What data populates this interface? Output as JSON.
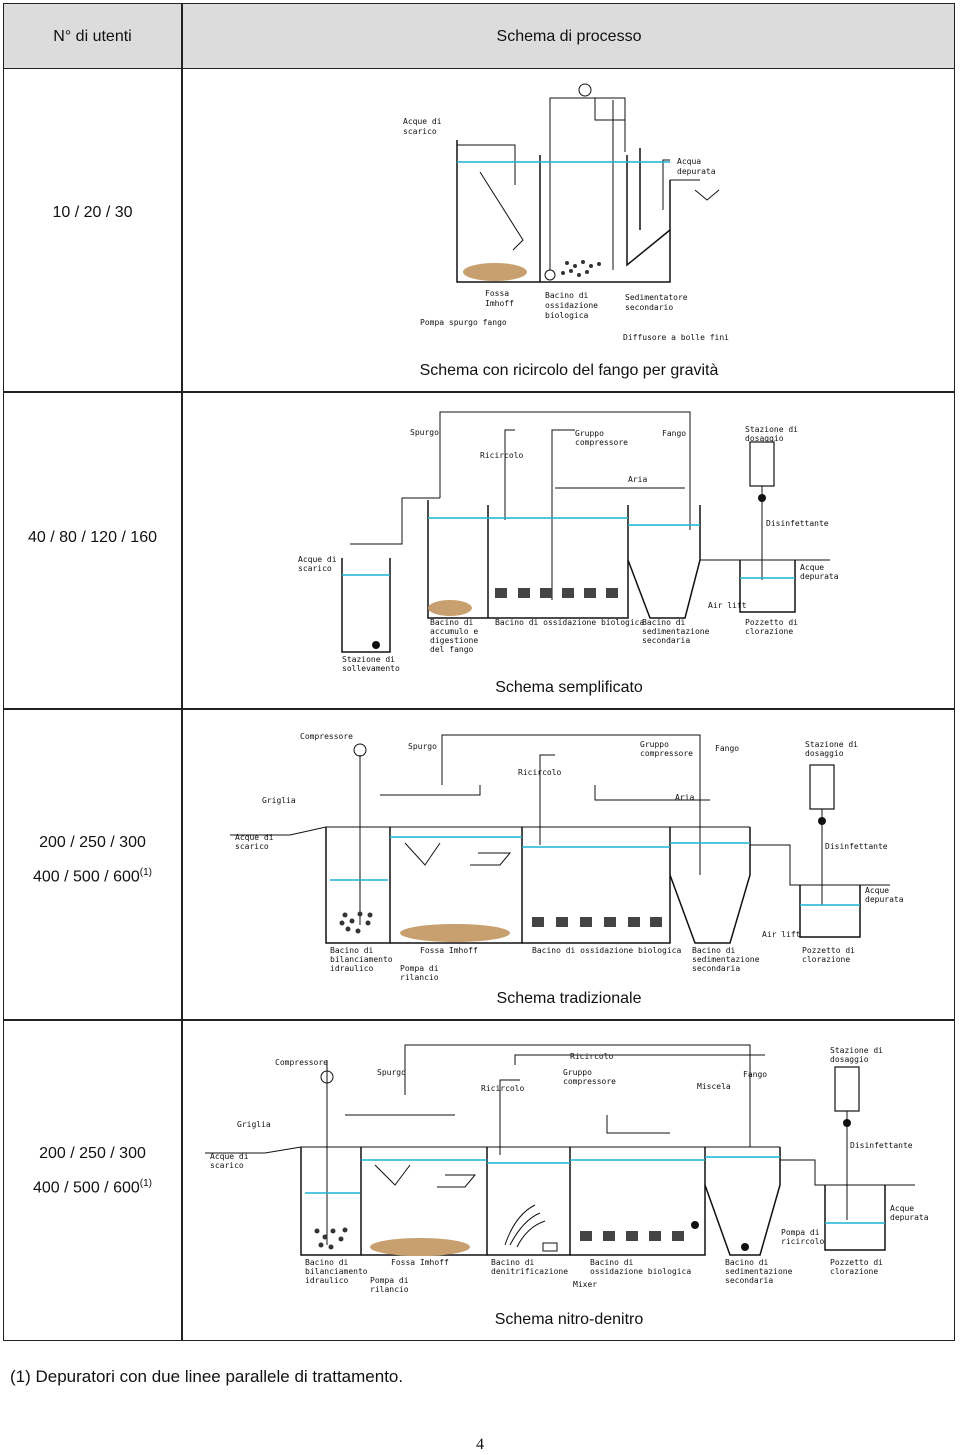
{
  "header": {
    "col_users": "N° di utenti",
    "col_scheme": "Schema di processo"
  },
  "rows": [
    {
      "users_line1": "10 / 20 / 30",
      "caption": "Schema con ricircolo del fango per gravità",
      "labels": {
        "in": [
          "Acque di",
          "scarico"
        ],
        "out": [
          "Acqua",
          "depurata"
        ],
        "imhoff": [
          "Fossa",
          "Imhoff"
        ],
        "bio": [
          "Bacino di",
          "ossidazione",
          "biologica"
        ],
        "sed": [
          "Sedimentatore",
          "secondario"
        ],
        "pump": "Pompa spurgo fango",
        "diff": "Diffusore a bolle fini"
      }
    },
    {
      "users_line1": "40 / 80 / 120 / 160",
      "caption": "Schema semplificato",
      "labels": {
        "spurgo": "Spurgo",
        "ricircolo": "Ricircolo",
        "gruppo": [
          "Gruppo",
          "compressore"
        ],
        "fango": "Fango",
        "stazione": [
          "Stazione di",
          "dosaggio"
        ],
        "aria": "Aria",
        "disinf": "Disinfettante",
        "in": [
          "Acque di",
          "scarico"
        ],
        "out": [
          "Acque",
          "depurata"
        ],
        "airlift": "Air lift",
        "sollev": [
          "Stazione di",
          "sollevamento"
        ],
        "accumulo": [
          "Bacino di",
          "accumulo e",
          "digestione",
          "del fango"
        ],
        "bio": "Bacino di ossidazione biologica",
        "sed": [
          "Bacino di",
          "sedimentazione",
          "secondaria"
        ],
        "cloraz": [
          "Pozzetto di",
          "clorazione"
        ]
      }
    },
    {
      "users_line1": "200 / 250 / 300",
      "users_line2": "400 / 500 / 600",
      "users_sup": "(1)",
      "caption": "Schema tradizionale",
      "labels": {
        "compressore": "Compressore",
        "spurgo": "Spurgo",
        "ricircolo": "Ricircolo",
        "gruppo": [
          "Gruppo",
          "compressore"
        ],
        "fango": "Fango",
        "stazione": [
          "Stazione di",
          "dosaggio"
        ],
        "griglia": "Griglia",
        "aria": "Aria",
        "in": [
          "Acque di",
          "scarico"
        ],
        "disinf": "Disinfettante",
        "out": [
          "Acque",
          "depurata"
        ],
        "airlift": "Air lift",
        "bilanc": [
          "Bacino di",
          "bilanciamento",
          "idraulico"
        ],
        "imhoff": "Fossa Imhoff",
        "pompa": [
          "Pompa di",
          "rilancio"
        ],
        "bio": "Bacino di ossidazione biologica",
        "sed": [
          "Bacino di",
          "sedimentazione",
          "secondaria"
        ],
        "cloraz": [
          "Pozzetto di",
          "clorazione"
        ]
      }
    },
    {
      "users_line1": "200 / 250 / 300",
      "users_line2": "400 / 500 / 600",
      "users_sup": "(1)",
      "caption": "Schema nitro-denitro",
      "labels": {
        "compressore": "Compressore",
        "spurgo": "Spurgo",
        "ricircolo_top": "Ricircolo",
        "ricircolo": "Ricircolo",
        "gruppo": [
          "Gruppo",
          "compressore"
        ],
        "miscela": "Miscela",
        "fango": "Fango",
        "stazione": [
          "Stazione di",
          "dosaggio"
        ],
        "griglia": "Griglia",
        "in": [
          "Acque di",
          "scarico"
        ],
        "disinf": "Disinfettante",
        "out": [
          "Acque",
          "depurata"
        ],
        "pompa_ric": [
          "Pompa di",
          "ricircolo"
        ],
        "bilanc": [
          "Bacino di",
          "bilanciamento",
          "idraulico"
        ],
        "imhoff": "Fossa Imhoff",
        "pompa": [
          "Pompa di",
          "rilancio"
        ],
        "denitr": [
          "Bacino di",
          "denitrificazione"
        ],
        "mixer": "Mixer",
        "bio": [
          "Bacino di",
          "ossidazione biologica"
        ],
        "sed": [
          "Bacino di",
          "sedimentazione",
          "secondaria"
        ],
        "cloraz": [
          "Pozzetto di",
          "clorazione"
        ]
      }
    }
  ],
  "footnote": "(1) Depuratori con due linee parallele di trattamento.",
  "page_number": "4",
  "colors": {
    "water": "#19b4d4",
    "sludge": "#c8a070",
    "header_bg": "#dcdcdc"
  }
}
